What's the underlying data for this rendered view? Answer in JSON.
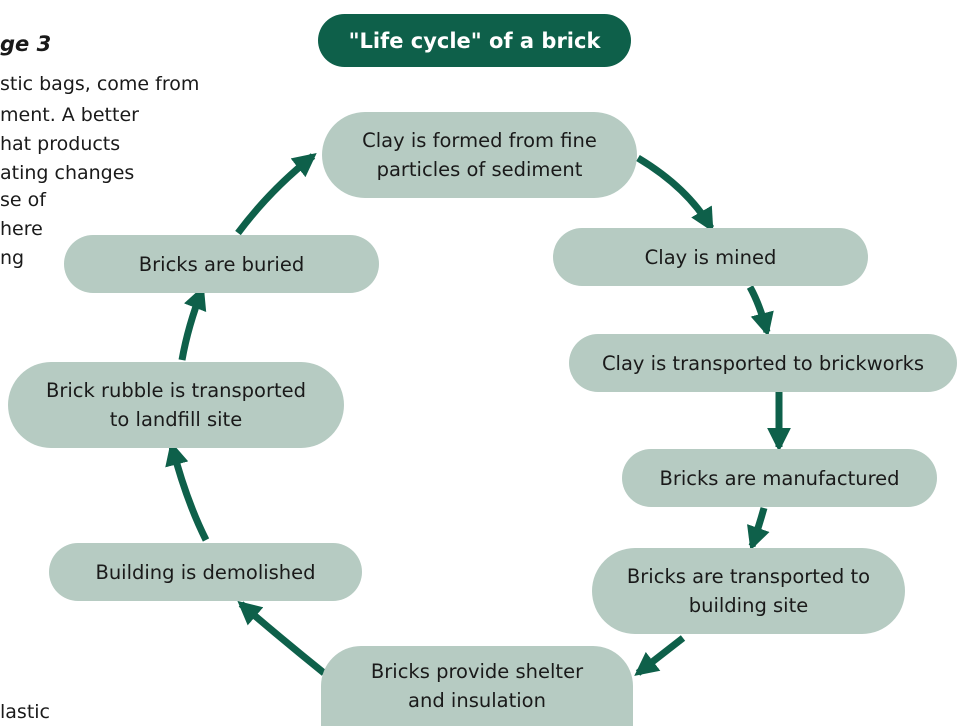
{
  "page_label": "ge 3",
  "background_text": [
    "stic bags, come from",
    "ment. A better",
    "hat products",
    "ating changes",
    "se of",
    "here",
    "ng",
    "lastic"
  ],
  "title": "\"Life cycle\" of a brick",
  "nodes": [
    {
      "id": "formed",
      "label": "Clay is formed from fine\nparticles of sediment"
    },
    {
      "id": "mined",
      "label": "Clay is mined"
    },
    {
      "id": "transported",
      "label": "Clay is transported to brickworks"
    },
    {
      "id": "manufactured",
      "label": "Bricks are manufactured"
    },
    {
      "id": "to-site",
      "label": "Bricks are transported to\nbuilding site"
    },
    {
      "id": "shelter",
      "label": "Bricks provide shelter\nand insulation"
    },
    {
      "id": "demolished",
      "label": "Building is demolished"
    },
    {
      "id": "rubble",
      "label": "Brick rubble is transported\nto landfill site"
    },
    {
      "id": "buried",
      "label": "Bricks are buried"
    }
  ],
  "colors": {
    "title_fill": "#0e604a",
    "node_fill": "#b6cbc2",
    "arrow": "#0e604a"
  }
}
